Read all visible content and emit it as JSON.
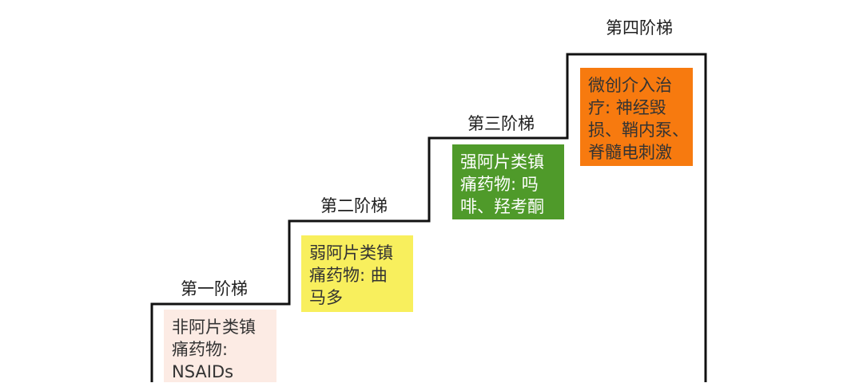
{
  "colors": {
    "step_line": "#111111",
    "step_1_box": "#fcebe4",
    "step_2_box": "#f8ef5d",
    "step_3_box": "#4f9a2a",
    "step_4_box": "#f77a0f"
  },
  "steps": [
    {
      "label": "第一阶梯",
      "lines": [
        "非阿片类镇",
        "痛药物:",
        "NSAIDs"
      ]
    },
    {
      "label": "第二阶梯",
      "lines": [
        "弱阿片类镇",
        "痛药物: 曲",
        "马多"
      ]
    },
    {
      "label": "第三阶梯",
      "lines": [
        "强阿片类镇",
        "痛药物: 吗",
        "啡、羟考酮"
      ]
    },
    {
      "label": "第四阶梯",
      "lines": [
        "微创介入治",
        "疗: 神经毁",
        "损、鞘内泵、",
        "脊髓电刺激"
      ]
    }
  ]
}
